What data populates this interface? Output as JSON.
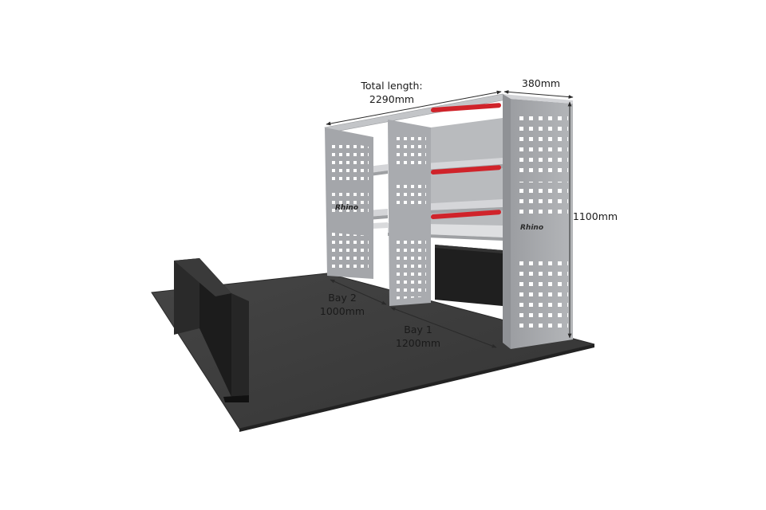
{
  "dimensions": {
    "total_length_label": "Total length:",
    "total_length_value": "2290mm",
    "depth_value": "380mm",
    "height_value": "1100mm",
    "bay2_label": "Bay 2",
    "bay2_value": "1000mm",
    "bay1_label": "Bay 1",
    "bay1_value": "1200mm"
  },
  "branding": {
    "left_logo": "Rhino",
    "right_logo": "Rhino"
  },
  "colors": {
    "floor": "#3b3b3b",
    "floor_edge": "#262626",
    "bulkhead": "#232323",
    "frame": "#a7a9ad",
    "frame_dark": "#8d8f93",
    "frame_light": "#c7c9cc",
    "shelf": "#c9cbce",
    "shelf_edge": "#e9eaec",
    "drawer_red": "#d0232a",
    "line": "#2a2a2a"
  }
}
